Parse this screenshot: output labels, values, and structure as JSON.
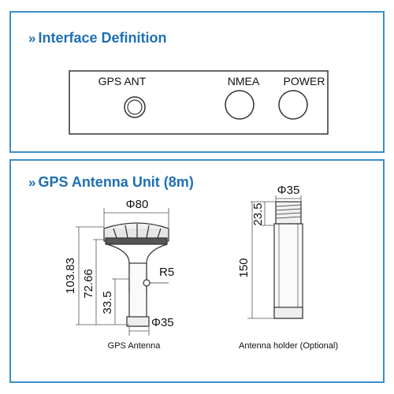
{
  "sections": [
    {
      "title": "Interface Definition",
      "ports": [
        {
          "label": "GPS ANT"
        },
        {
          "label": "NMEA"
        },
        {
          "label": "POWER"
        }
      ]
    },
    {
      "title": "GPS Antenna Unit (8m)",
      "antenna": {
        "caption": "GPS Antenna",
        "dims": {
          "top_dia": "Φ80",
          "total_h": "103.83",
          "mid_h": "72.66",
          "low_h": "33.5",
          "radius": "R5",
          "base_dia": "Φ35"
        }
      },
      "holder": {
        "caption": "Antenna holder (Optional)",
        "dims": {
          "top_dia": "Φ35",
          "thread_h": "23.5",
          "total_h": "150"
        }
      }
    }
  ],
  "colors": {
    "accent": "#1f6fb4",
    "border": "#3a8fc7",
    "line": "#333333"
  },
  "icons": {
    "heading_marker": "double-chevron-right-icon"
  }
}
